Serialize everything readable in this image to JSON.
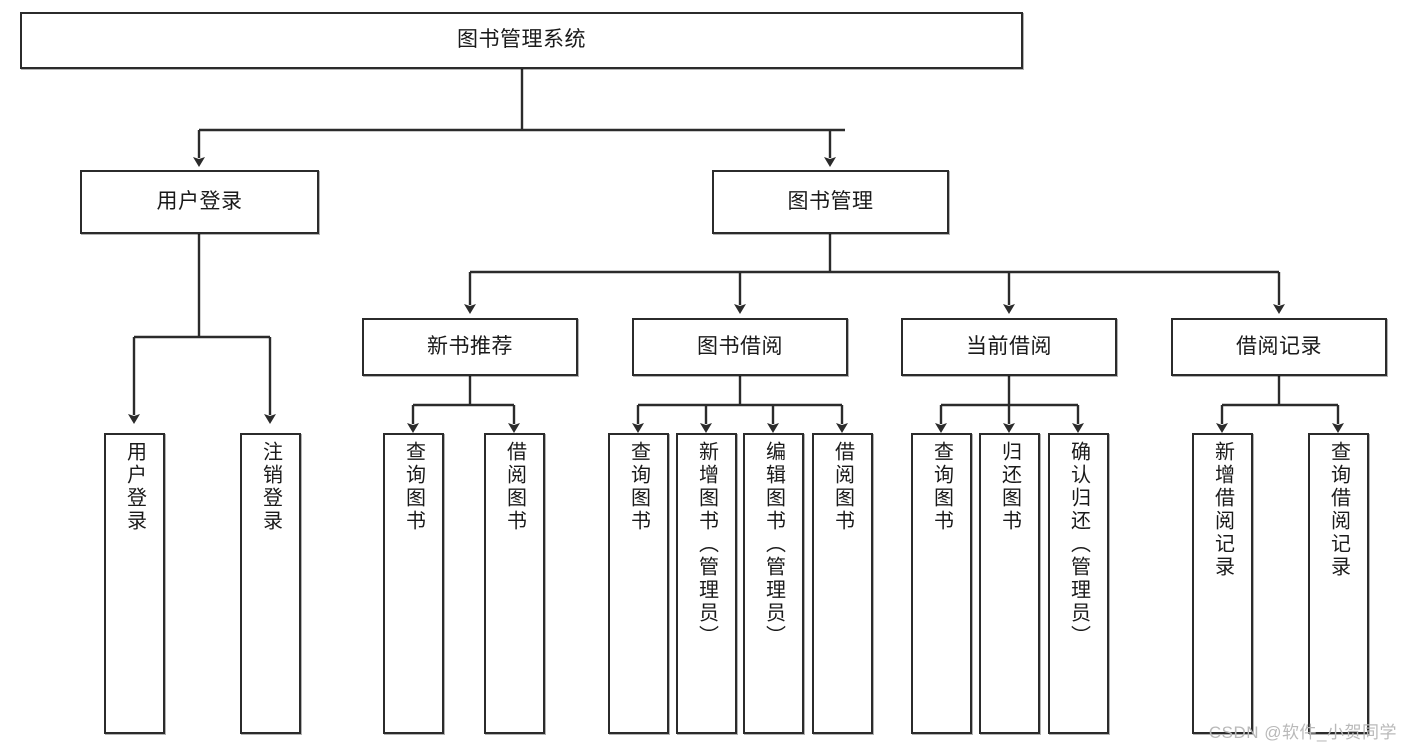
{
  "diagram": {
    "type": "tree-flowchart",
    "title": "图书管理系统",
    "orientation": "top-down",
    "root": {
      "id": "root",
      "label": "图书管理系统"
    },
    "level2": [
      {
        "id": "user-login",
        "label": "用户登录"
      },
      {
        "id": "book-manage",
        "label": "图书管理"
      }
    ],
    "level3": [
      {
        "id": "new-book-rec",
        "label": "新书推荐"
      },
      {
        "id": "book-borrow",
        "label": "图书借阅"
      },
      {
        "id": "current-borrow",
        "label": "当前借阅"
      },
      {
        "id": "borrow-record",
        "label": "借阅记录"
      }
    ],
    "leaves": [
      {
        "id": "leaf-user-login",
        "label": "用户登录",
        "parent": "user-login"
      },
      {
        "id": "leaf-user-logout",
        "label": "注销登录",
        "parent": "user-login"
      },
      {
        "id": "leaf-query-book-1",
        "label": "查询图书",
        "parent": "new-book-rec"
      },
      {
        "id": "leaf-borrow-book-1",
        "label": "借阅图书",
        "parent": "new-book-rec"
      },
      {
        "id": "leaf-query-book-2",
        "label": "查询图书",
        "parent": "book-borrow"
      },
      {
        "id": "leaf-add-book",
        "label": "新增图书（管理员）",
        "parent": "book-borrow"
      },
      {
        "id": "leaf-edit-book",
        "label": "编辑图书（管理员）",
        "parent": "book-borrow"
      },
      {
        "id": "leaf-borrow-book-2",
        "label": "借阅图书",
        "parent": "book-borrow"
      },
      {
        "id": "leaf-query-book-3",
        "label": "查询图书",
        "parent": "current-borrow"
      },
      {
        "id": "leaf-return-book",
        "label": "归还图书",
        "parent": "current-borrow"
      },
      {
        "id": "leaf-confirm-return",
        "label": "确认归还（管理员）",
        "parent": "current-borrow"
      },
      {
        "id": "leaf-add-record",
        "label": "新增借阅记录",
        "parent": "borrow-record"
      },
      {
        "id": "leaf-query-record",
        "label": "查询借阅记录",
        "parent": "borrow-record"
      }
    ],
    "colors": {
      "stroke": "#2b2b2b",
      "fill": "#ffffff",
      "text": "#1a1a1a",
      "watermark": "#b9b9b9"
    }
  },
  "watermark": {
    "text": "CSDN @软件_小贺同学"
  }
}
